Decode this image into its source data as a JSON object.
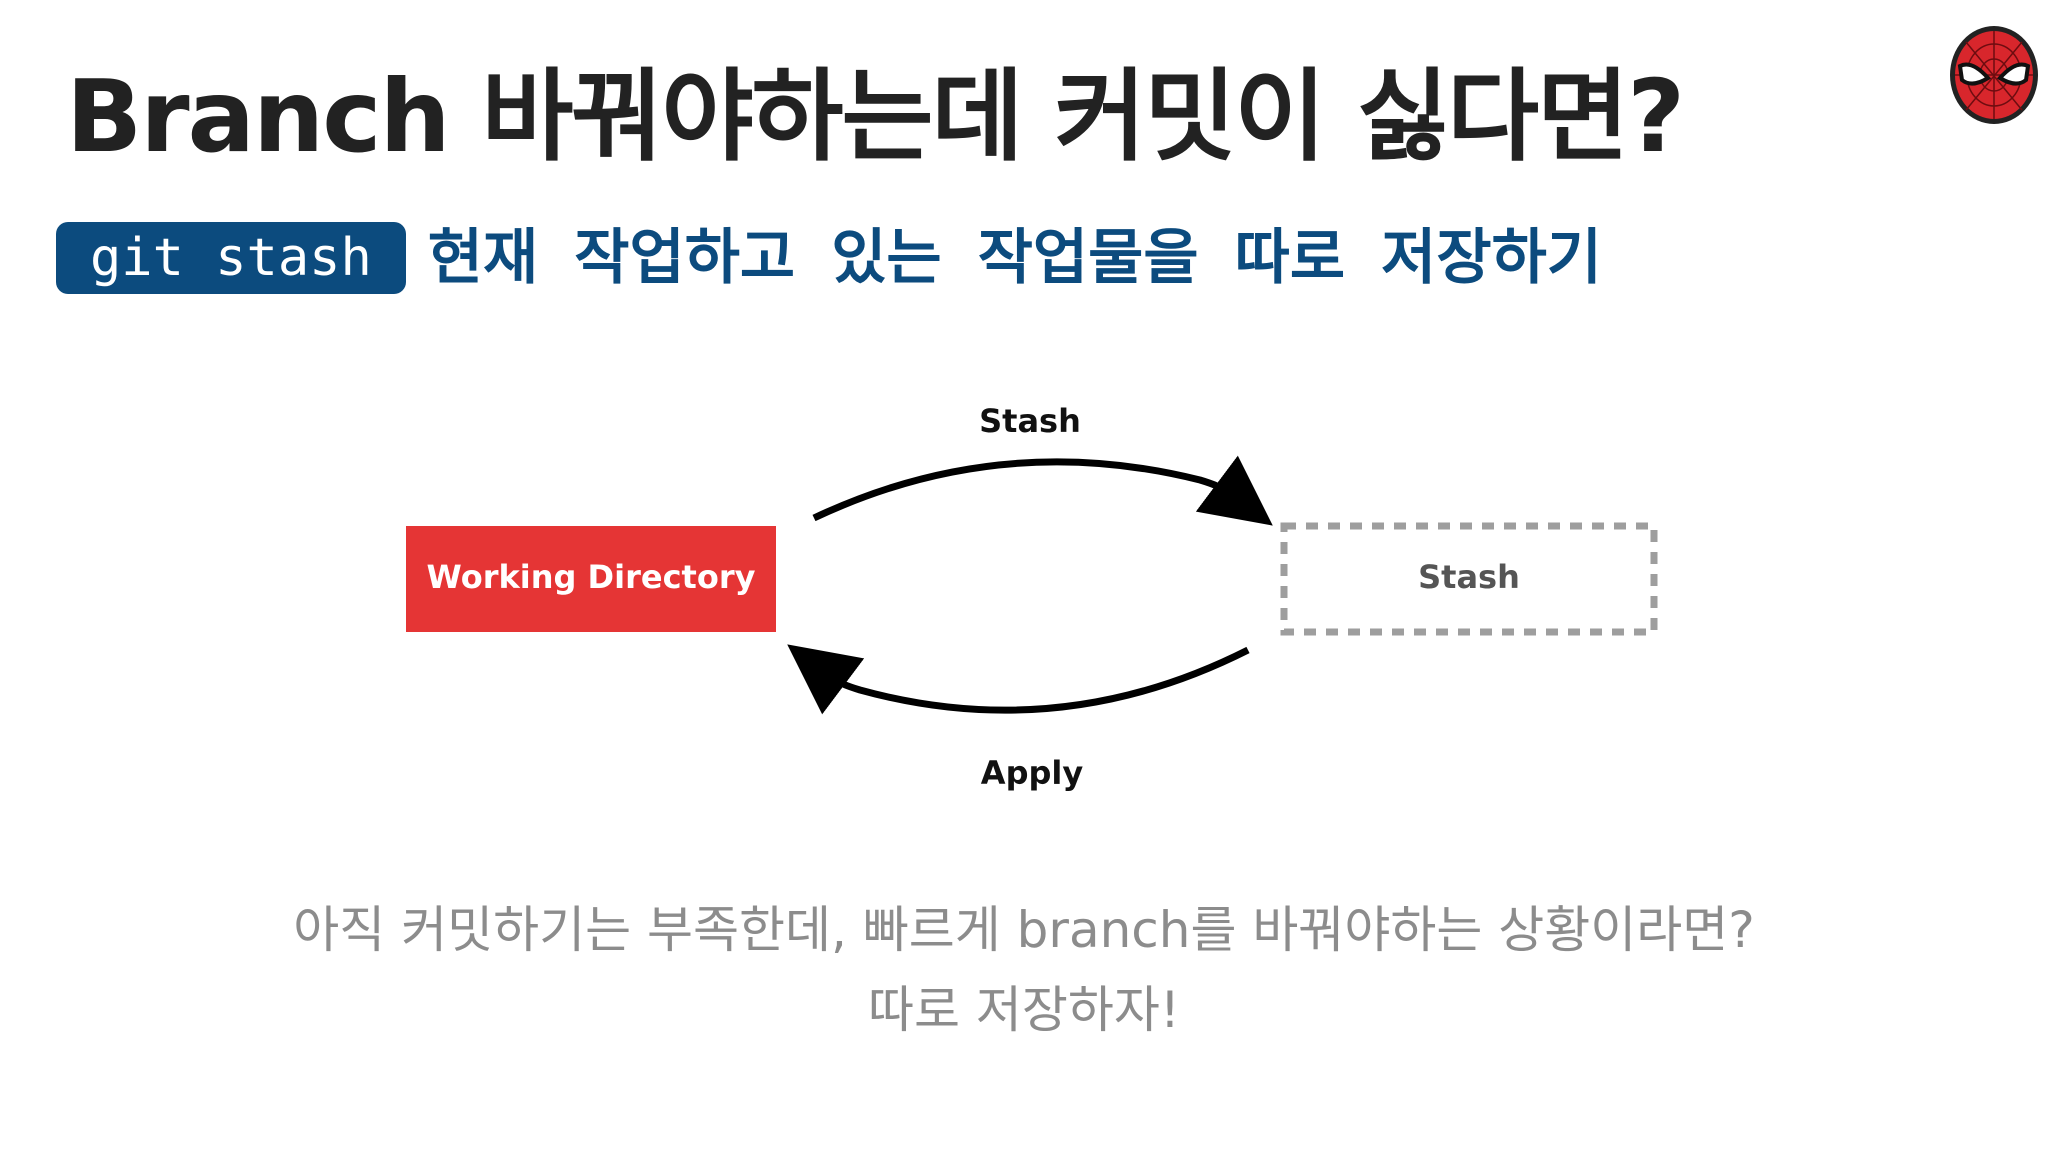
{
  "title": "Branch 바꿔야하는데 커밋이 싫다면?",
  "subtitle": {
    "command": "git stash",
    "description": "현재 작업하고 있는 작업물을 따로 저장하기"
  },
  "diagram": {
    "nodes": {
      "working_directory": "Working Directory",
      "stash": "Stash"
    },
    "edges": {
      "top_label": "Stash",
      "bottom_label": "Apply"
    }
  },
  "caption": {
    "line1": "아직 커밋하기는 부족한데, 빠르게 branch를 바꿔야하는 상황이라면?",
    "line2": "따로 저장하자!"
  },
  "colors": {
    "title": "#222222",
    "badge_bg": "#0c4b7e",
    "working_directory_fill": "#e53535",
    "stash_border": "#9e9e9e",
    "caption": "#8c8c8c"
  },
  "icons": {
    "avatar": "spiderman-mask-icon"
  }
}
